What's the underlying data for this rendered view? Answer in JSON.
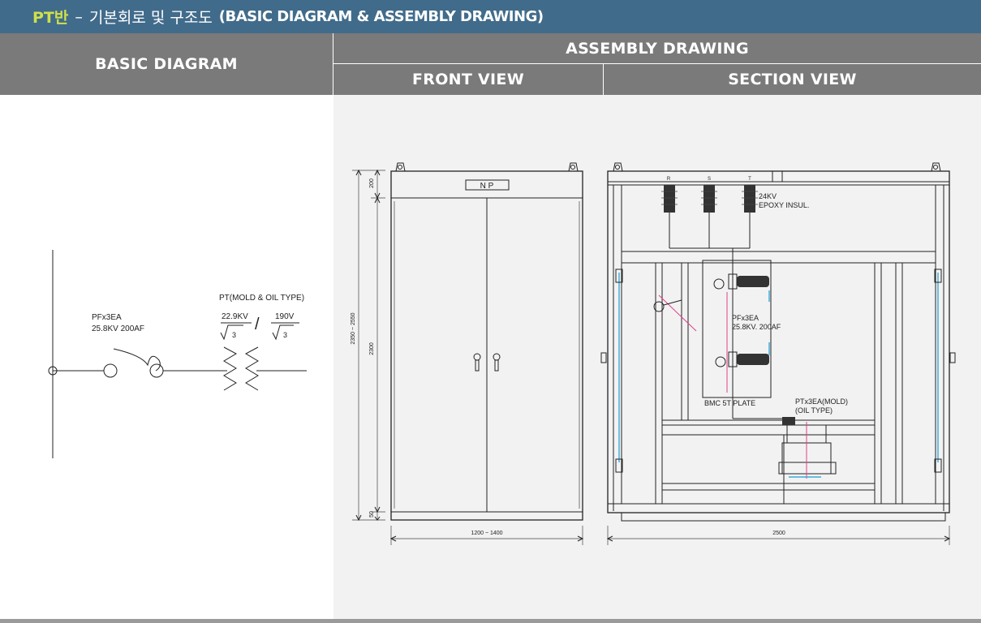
{
  "header": {
    "prefix": "PT반",
    "dash": "–",
    "title_ko": "기본회로 및 구조도",
    "title_en": "(BASIC DIAGRAM & ASSEMBLY DRAWING)"
  },
  "columns": {
    "basic": "BASIC DIAGRAM",
    "assembly": "ASSEMBLY DRAWING",
    "front": "FRONT VIEW",
    "section": "SECTION VIEW"
  },
  "basic_diagram": {
    "pf_label_1": "PFx3EA",
    "pf_label_2": "25.8KV 200AF",
    "pt_label": "PT(MOLD & OIL TYPE)",
    "primary_voltage": "22.9KV",
    "secondary_voltage": "190V",
    "root_value": "3",
    "slash": "/"
  },
  "front_view": {
    "nameplate": "N   P",
    "dim_top": "200",
    "dim_total": "2350 ~ 2550",
    "dim_body": "2300",
    "dim_base": "50",
    "dim_width": "1200 ~ 1400"
  },
  "section_view": {
    "phase_r": "R",
    "phase_s": "S",
    "phase_t": "T",
    "insulator_1": "24KV",
    "insulator_2": "EPOXY INSUL.",
    "pf_1": "PFx3EA",
    "pf_2": "25.8KV. 200AF",
    "plate": "BMC 5T PLATE",
    "pt_1": "PTx3EA(MOLD)",
    "pt_2": "(OIL TYPE)",
    "dim_width": "2500"
  },
  "colors": {
    "title_bar": "#416b8b",
    "accent": "#cfe04a",
    "header_gray": "#7a7a7a",
    "drawing_bg": "#f2f2f2",
    "cable_blue": "#3aa9d8",
    "cable_pink": "#e0408a"
  }
}
